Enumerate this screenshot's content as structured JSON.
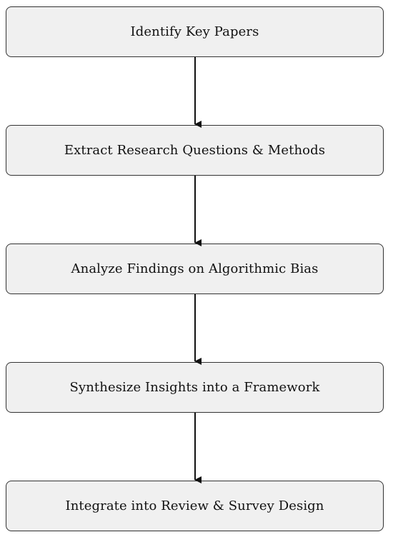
{
  "diagram": {
    "type": "flowchart",
    "direction": "top-to-bottom",
    "steps": [
      {
        "label": "Identify Key Papers"
      },
      {
        "label": "Extract Research Questions & Methods"
      },
      {
        "label": "Analyze Findings on Algorithmic Bias"
      },
      {
        "label": "Synthesize Insights into a Framework"
      },
      {
        "label": "Integrate into Review & Survey Design"
      }
    ],
    "edges": [
      {
        "from": 0,
        "to": 1
      },
      {
        "from": 1,
        "to": 2
      },
      {
        "from": 2,
        "to": 3
      },
      {
        "from": 3,
        "to": 4
      }
    ],
    "colors": {
      "box_fill": "#f0f0f0",
      "box_border": "#333333",
      "arrow": "#111111",
      "text": "#111111"
    }
  }
}
